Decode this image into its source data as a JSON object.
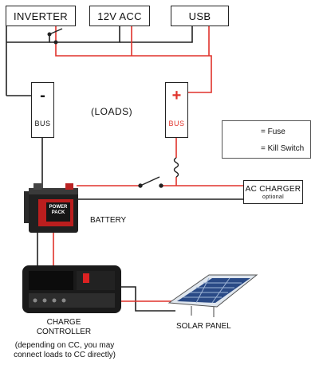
{
  "top_boxes": {
    "inverter": "INVERTER",
    "acc": "12V ACC",
    "usb": "USB"
  },
  "bus_neg": {
    "sign": "-",
    "label": "BUS"
  },
  "bus_pos": {
    "sign": "+",
    "label": "BUS"
  },
  "loads_label": "(LOADS)",
  "legend": {
    "fuse": "= Fuse",
    "kill_switch": "= Kill Switch"
  },
  "ac_charger": {
    "label": "AC CHARGER",
    "note": "optional"
  },
  "battery": {
    "label": "BATTERY",
    "brand_line1": "POWER",
    "brand_line2": "PACK"
  },
  "charge_controller": {
    "line1": "CHARGE",
    "line2": "CONTROLLER",
    "note_line1": "(depending on CC, you may",
    "note_line2": "connect loads to CC directly)"
  },
  "solar_panel": "SOLAR PANEL",
  "colors": {
    "positive_wire": "#e0322b",
    "negative_wire": "#222222"
  }
}
